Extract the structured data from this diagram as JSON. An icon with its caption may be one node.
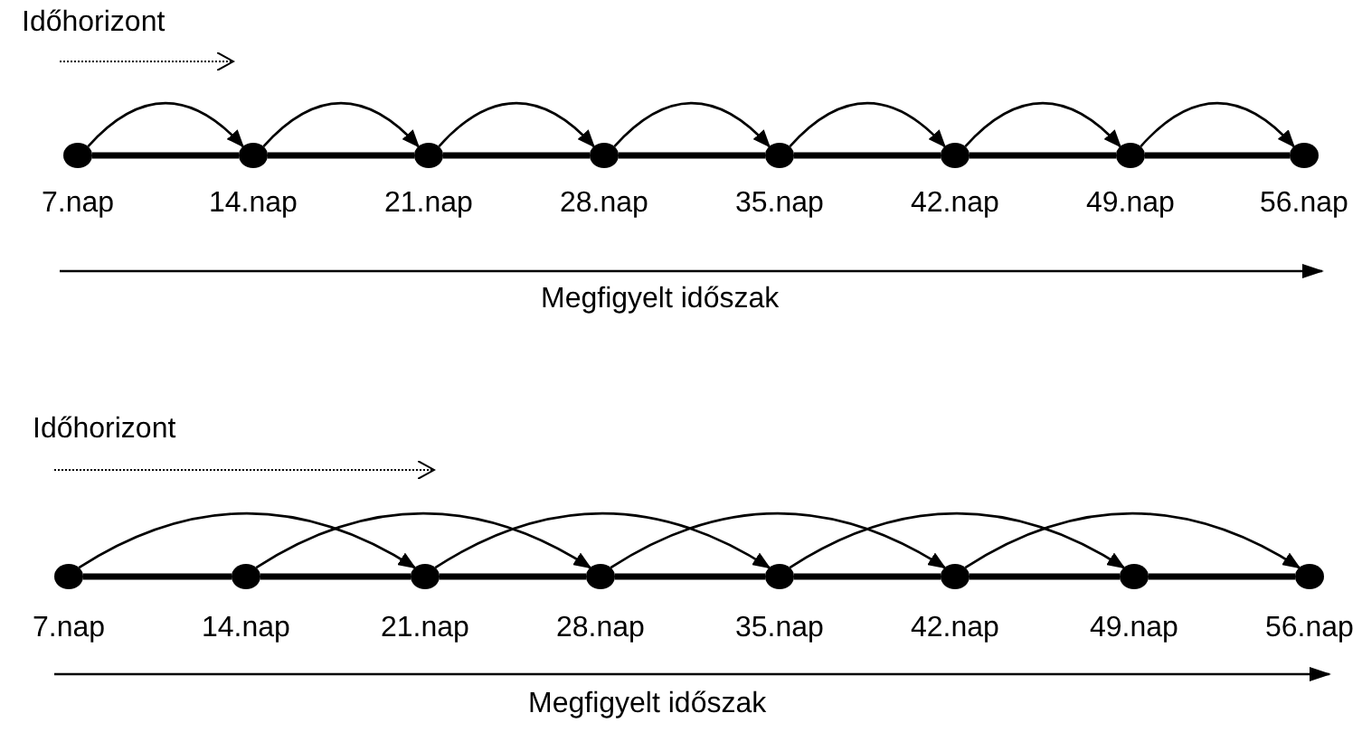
{
  "diagram": {
    "nodes": [
      {
        "text": [],
        "shape": "circle",
        "beside": [
          "7.nap"
        ]
      },
      {
        "text": [],
        "shape": "circle",
        "beside": [
          "14.nap"
        ]
      },
      {
        "text": [],
        "shape": "circle",
        "beside": [
          "21.nap"
        ]
      },
      {
        "text": [],
        "shape": "circle",
        "beside": [
          "28.nap"
        ]
      },
      {
        "text": [],
        "shape": "circle",
        "beside": [
          "35.nap"
        ]
      },
      {
        "text": [],
        "shape": "circle",
        "beside": [
          "42.nap"
        ]
      },
      {
        "text": [],
        "shape": "circle",
        "beside": [
          "49.nap"
        ]
      },
      {
        "text": [],
        "shape": "circle",
        "beside": [
          "56.nap"
        ]
      },
      {
        "text": [],
        "shape": "circle",
        "beside": [
          "7.nap"
        ]
      },
      {
        "text": [],
        "shape": "circle",
        "beside": [
          "14.nap"
        ]
      },
      {
        "text": [],
        "shape": "circle",
        "beside": [
          "21.nap"
        ]
      },
      {
        "text": [],
        "shape": "circle",
        "beside": [
          "28.nap"
        ]
      },
      {
        "text": [],
        "shape": "circle",
        "beside": [
          "35.nap"
        ]
      },
      {
        "text": [],
        "shape": "circle",
        "beside": [
          "42.nap"
        ]
      },
      {
        "text": [],
        "shape": "circle",
        "beside": [
          "49.nap"
        ]
      },
      {
        "text": [],
        "shape": "circle",
        "beside": [
          "56.nap"
        ]
      }
    ],
    "edges": [
      {
        "from": 0,
        "to": 1,
        "arrow": "none"
      },
      {
        "from": 1,
        "to": 2,
        "arrow": "none"
      },
      {
        "from": 2,
        "to": 3,
        "arrow": "none"
      },
      {
        "from": 3,
        "to": 4,
        "arrow": "none"
      },
      {
        "from": 4,
        "to": 5,
        "arrow": "none"
      },
      {
        "from": 5,
        "to": 6,
        "arrow": "none"
      },
      {
        "from": 6,
        "to": 7,
        "arrow": "none"
      },
      {
        "from": 0,
        "to": 1,
        "arrow": "to"
      },
      {
        "from": 1,
        "to": 2,
        "arrow": "to"
      },
      {
        "from": 2,
        "to": 3,
        "arrow": "to"
      },
      {
        "from": 3,
        "to": 4,
        "arrow": "to"
      },
      {
        "from": 4,
        "to": 5,
        "arrow": "to"
      },
      {
        "from": 5,
        "to": 6,
        "arrow": "to"
      },
      {
        "from": 6,
        "to": 7,
        "arrow": "to"
      },
      {
        "from": 8,
        "to": 9,
        "arrow": "none"
      },
      {
        "from": 9,
        "to": 10,
        "arrow": "none"
      },
      {
        "from": 10,
        "to": 11,
        "arrow": "none"
      },
      {
        "from": 11,
        "to": 12,
        "arrow": "none"
      },
      {
        "from": 12,
        "to": 13,
        "arrow": "none"
      },
      {
        "from": 13,
        "to": 14,
        "arrow": "none"
      },
      {
        "from": 14,
        "to": 15,
        "arrow": "none"
      },
      {
        "from": 8,
        "to": 10,
        "arrow": "to"
      },
      {
        "from": 9,
        "to": 11,
        "arrow": "to"
      },
      {
        "from": 10,
        "to": 12,
        "arrow": "to"
      },
      {
        "from": 11,
        "to": 13,
        "arrow": "to"
      },
      {
        "from": 12,
        "to": 14,
        "arrow": "to"
      },
      {
        "from": 13,
        "to": 15,
        "arrow": "to"
      }
    ],
    "labels": [
      "Időhorizont",
      "Megfigyelt időszak",
      "Időhorizont",
      "Megfigyelt időszak"
    ]
  }
}
